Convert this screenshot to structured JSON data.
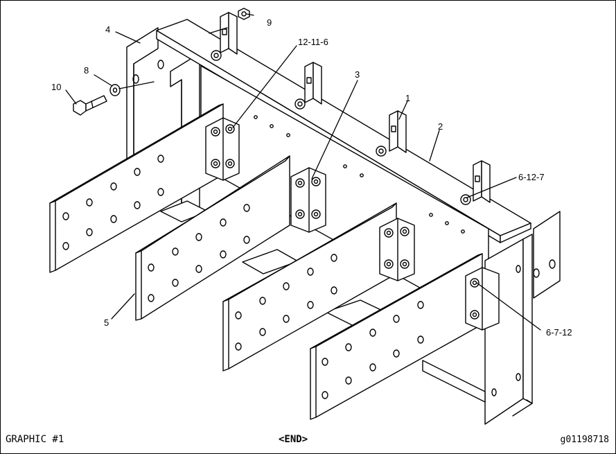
{
  "diagram": {
    "callouts": {
      "c9": "9",
      "c4": "4",
      "c12_11_6": "12-11-6",
      "c8": "8",
      "c10": "10",
      "c3": "3",
      "c1": "1",
      "c2": "2",
      "c6_12_7": "6-12-7",
      "c5": "5",
      "c6_7_12": "6-7-12"
    }
  },
  "footer": {
    "left": "GRAPHIC #1",
    "center": "<END>",
    "right": "g01198718"
  }
}
